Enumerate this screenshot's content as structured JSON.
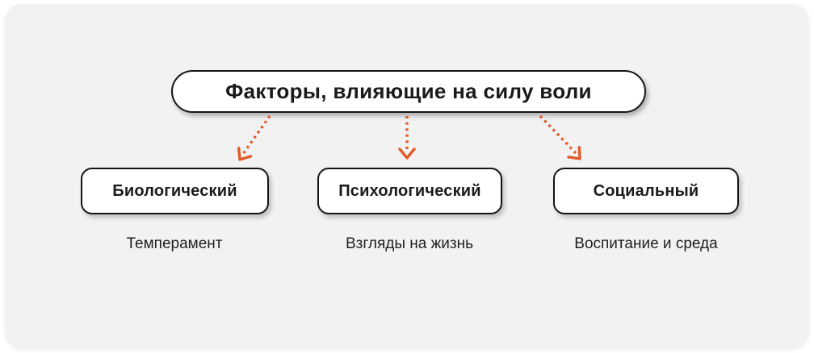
{
  "diagram": {
    "title": "Факторы, влияющие на силу воли",
    "factors": [
      {
        "label": "Биологический",
        "caption": "Темперамент"
      },
      {
        "label": "Психологический",
        "caption": "Взгляды на жизнь"
      },
      {
        "label": "Социальный",
        "caption": "Воспитание и среда"
      }
    ]
  },
  "colors": {
    "arrow": "#E05A26",
    "card_background": "#F2F2F2",
    "box_border": "#141414",
    "box_fill": "#FFFFFF",
    "text": "#1A1A1A"
  }
}
